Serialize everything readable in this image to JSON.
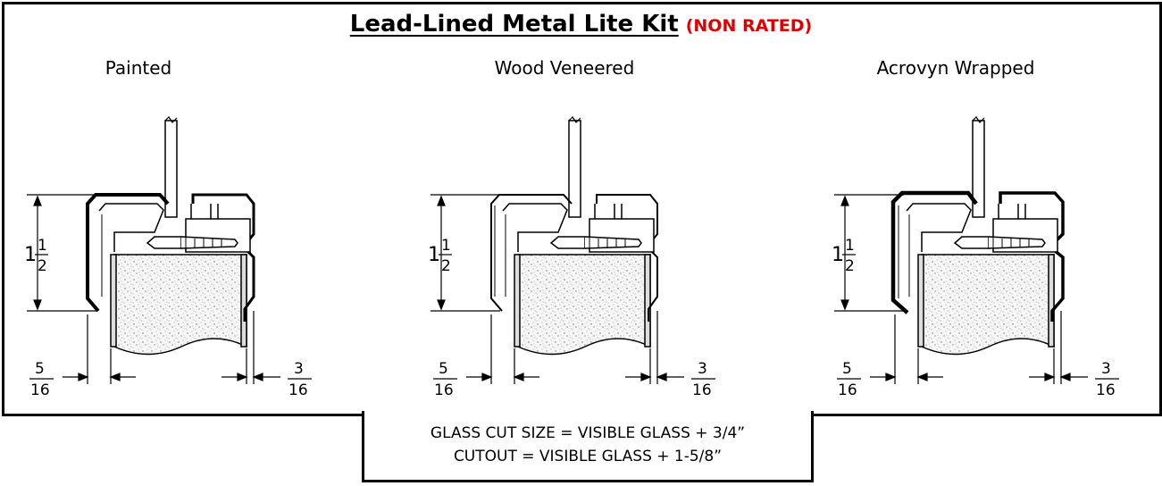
{
  "title": {
    "main": "Lead-Lined Metal Lite Kit",
    "tag": "(NON RATED)",
    "tag_color": "#e00000"
  },
  "variants": [
    {
      "name": "Painted"
    },
    {
      "name": "Wood Veneered"
    },
    {
      "name": "Acrovyn Wrapped"
    }
  ],
  "dimensions": {
    "height_whole": "1",
    "height_num": "1",
    "height_den": "2",
    "left_num": "5",
    "left_den": "16",
    "right_num": "3",
    "right_den": "16"
  },
  "notes": {
    "line1": "GLASS CUT SIZE = VISIBLE GLASS + 3/4”",
    "line2": "CUTOUT = VISIBLE GLASS + 1-5/8”"
  }
}
